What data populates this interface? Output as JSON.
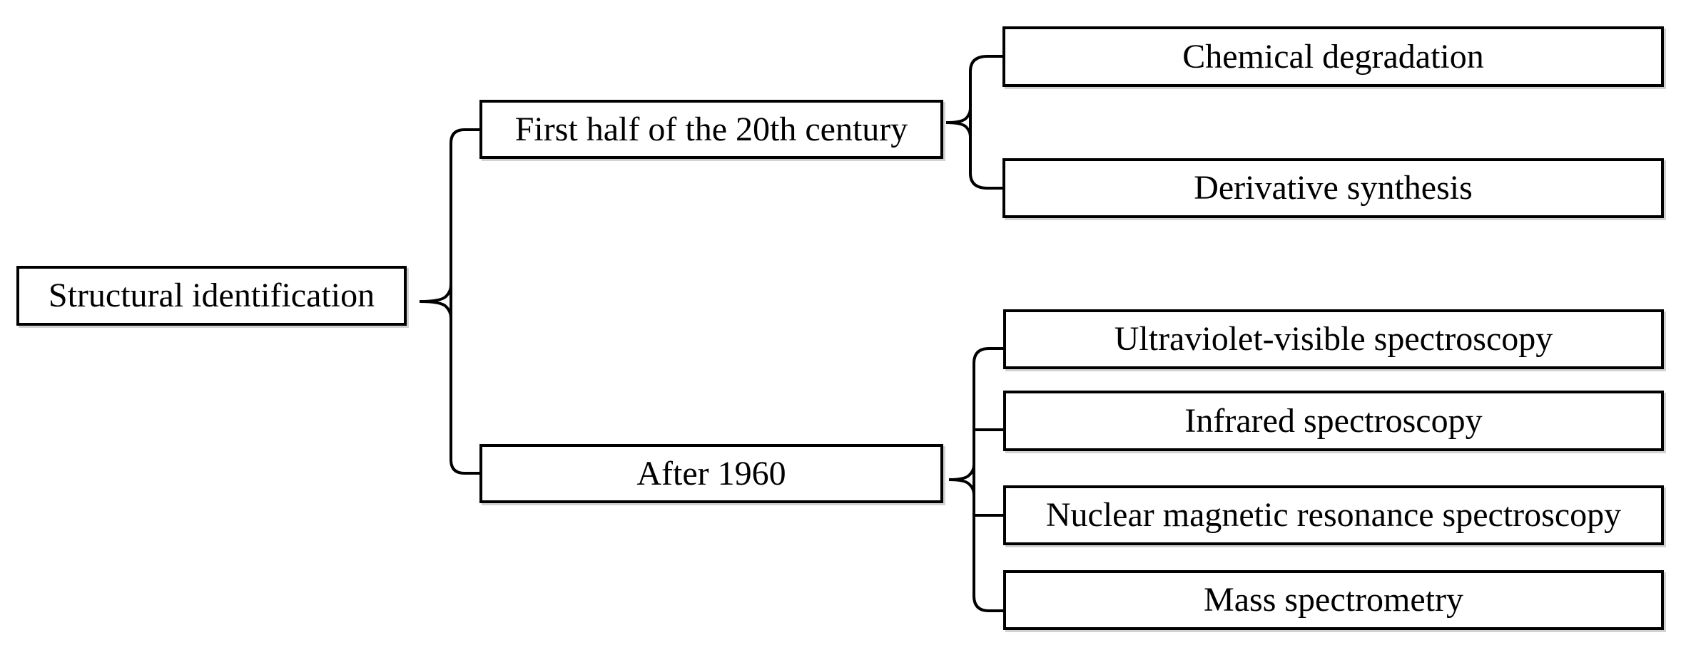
{
  "diagram": {
    "root": {
      "label": "Structural identification"
    },
    "branches": [
      {
        "label": "First half of the 20th century",
        "children": [
          {
            "label": "Chemical degradation"
          },
          {
            "label": "Derivative synthesis"
          }
        ]
      },
      {
        "label": "After 1960",
        "children": [
          {
            "label": "Ultraviolet-visible spectroscopy"
          },
          {
            "label": "Infrared spectroscopy"
          },
          {
            "label": "Nuclear magnetic resonance spectroscopy"
          },
          {
            "label": "Mass spectrometry"
          }
        ]
      }
    ]
  },
  "colors": {
    "line": "#000000",
    "box_border": "#000000",
    "box_fill": "#ffffff",
    "text": "#000000",
    "background": "#ffffff"
  }
}
